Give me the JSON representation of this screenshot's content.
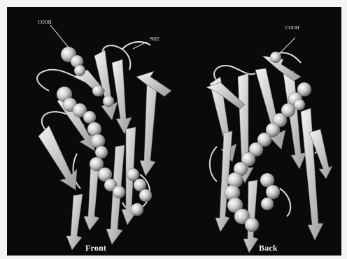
{
  "figure": {
    "background": "#0a0a0a",
    "ribbon_color": "#d9d9d9",
    "sphere_color": "#c9c9c9",
    "panels": [
      {
        "view_label": "Front",
        "terminus_labels": [
          "COOH",
          "NH2"
        ]
      },
      {
        "view_label": "Back",
        "terminus_labels": [
          "COOH"
        ]
      }
    ]
  }
}
